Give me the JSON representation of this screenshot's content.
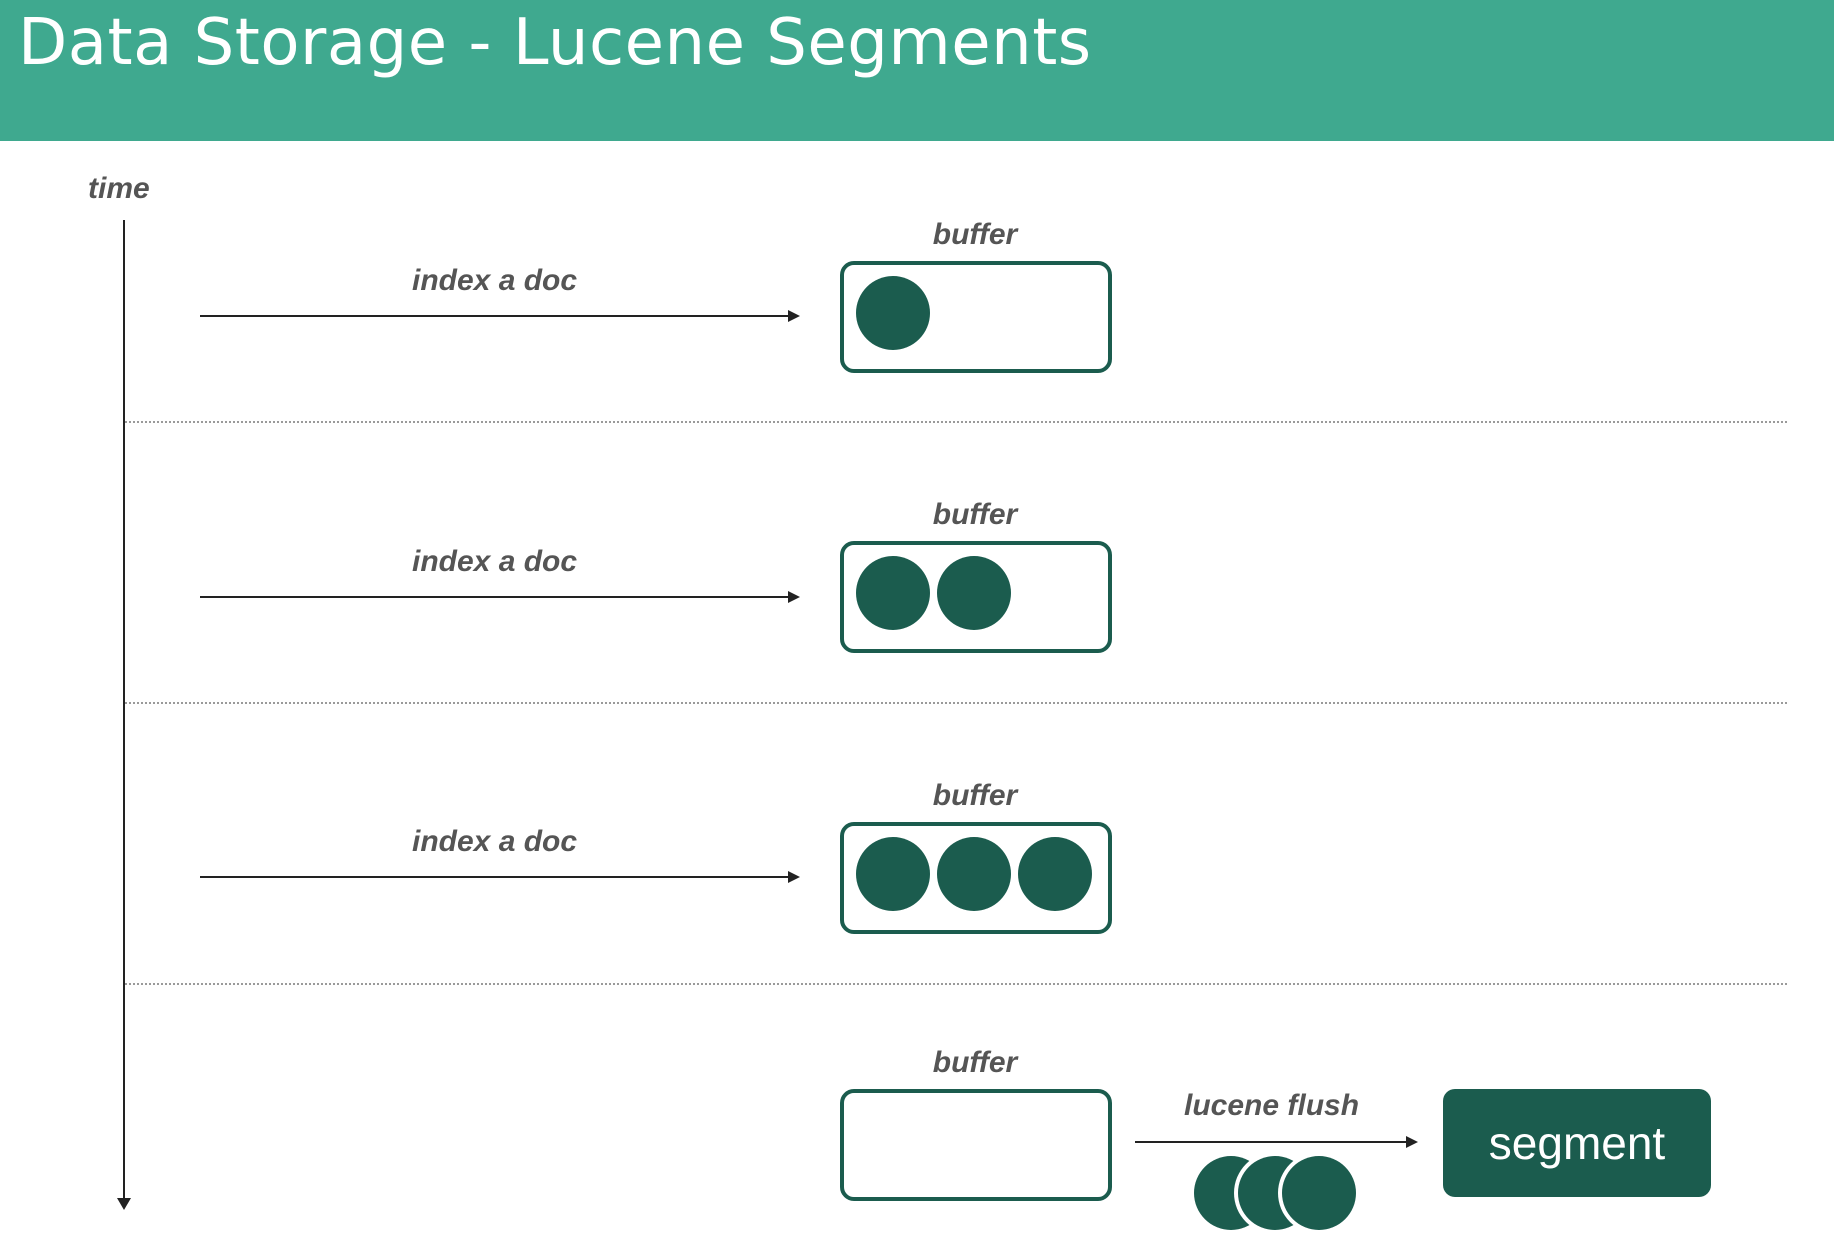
{
  "header": {
    "title": "Data Storage - Lucene Segments"
  },
  "time_label": "time",
  "steps": [
    {
      "action_label": "index a doc",
      "buffer_label": "buffer",
      "doc_count": 1
    },
    {
      "action_label": "index a doc",
      "buffer_label": "buffer",
      "doc_count": 2
    },
    {
      "action_label": "index a doc",
      "buffer_label": "buffer",
      "doc_count": 3
    }
  ],
  "flush": {
    "buffer_label": "buffer",
    "action_label": "lucene flush",
    "flushed_doc_count": 3,
    "segment_label": "segment"
  },
  "colors": {
    "header": "#3fa98f",
    "doc": "#1b5c4e",
    "segment": "#1b5c4e",
    "label": "#555555"
  }
}
